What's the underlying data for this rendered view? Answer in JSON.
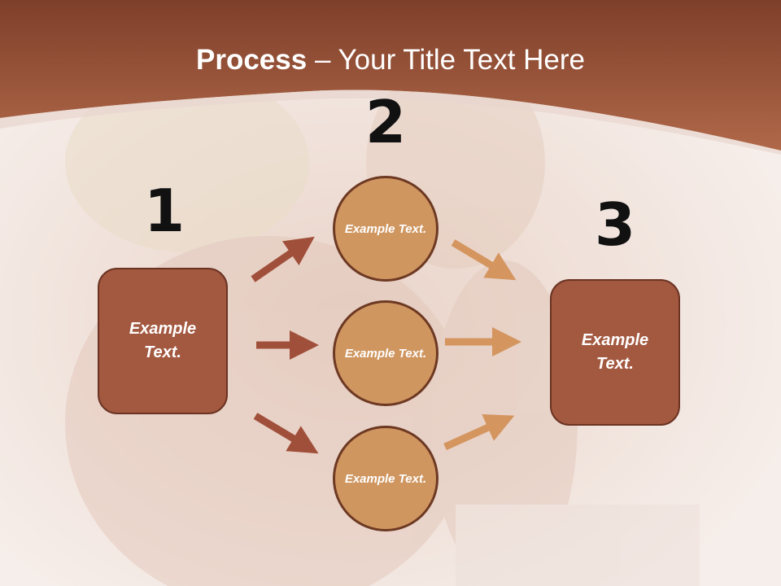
{
  "title": {
    "bold": "Process",
    "rest": " – Your Title Text Here"
  },
  "steps": {
    "one": "1",
    "two": "2",
    "three": "3"
  },
  "input_box": {
    "text": "Example Text."
  },
  "circles": [
    {
      "text": "Example Text."
    },
    {
      "text": "Example Text."
    },
    {
      "text": "Example Text."
    }
  ],
  "output_box": {
    "text": "Example Text."
  },
  "colors": {
    "header": "#9e4f35",
    "box": "#a35840",
    "circle": "#cf9660",
    "arrow_left": "#a0503a",
    "arrow_right": "#d4955f"
  }
}
